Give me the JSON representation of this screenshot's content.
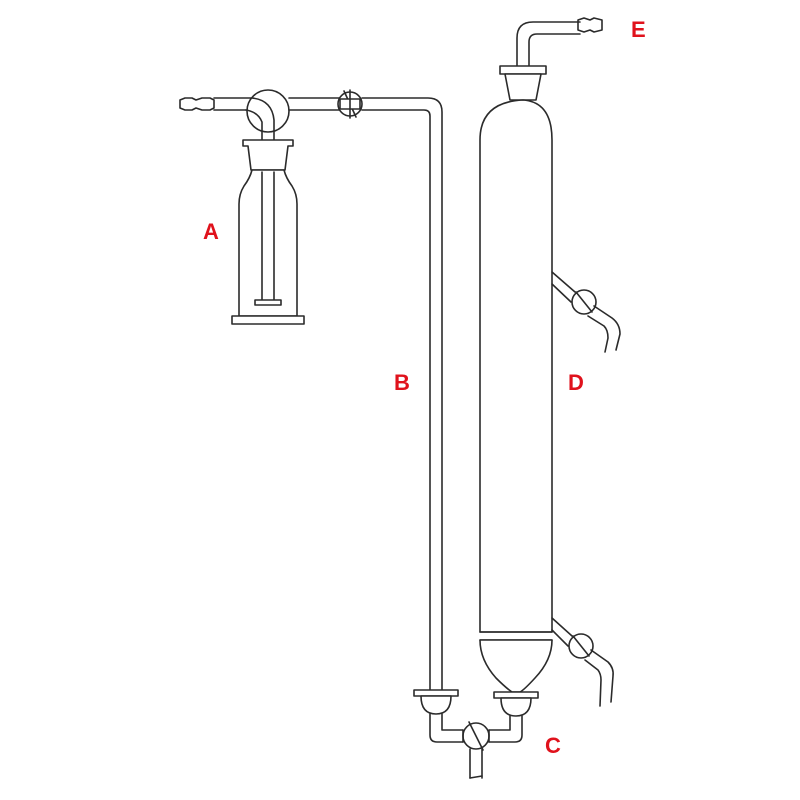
{
  "diagram": {
    "labels": {
      "a": "A",
      "b": "B",
      "c": "C",
      "d": "D",
      "e": "E"
    },
    "label_color": "#e0121c",
    "line_color": "#2b2b2b"
  }
}
